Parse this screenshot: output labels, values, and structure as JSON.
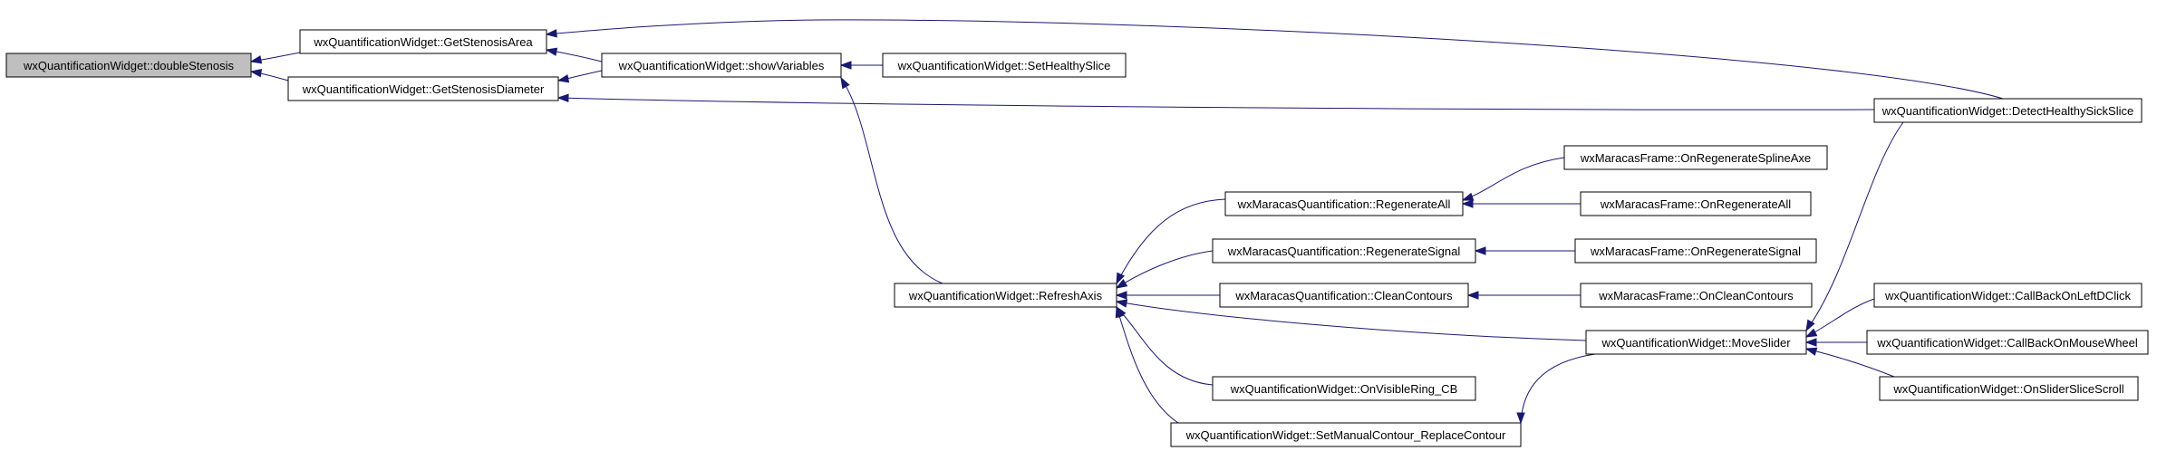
{
  "diagram": {
    "colors": {
      "edge": "#191970",
      "node_fill": "#ffffff",
      "root_fill": "#bfbfbf",
      "border": "#000000",
      "background": "#ffffff"
    },
    "nodes": {
      "doubleStenosis": "wxQuantificationWidget::doubleStenosis",
      "GetStenosisArea": "wxQuantificationWidget::GetStenosisArea",
      "GetStenosisDiameter": "wxQuantificationWidget::GetStenosisDiameter",
      "showVariables": "wxQuantificationWidget::showVariables",
      "SetHealthySlice": "wxQuantificationWidget::SetHealthySlice",
      "DetectHealthySickSlice": "wxQuantificationWidget::DetectHealthySickSlice",
      "RefreshAxis": "wxQuantificationWidget::RefreshAxis",
      "RegenerateAll": "wxMaracasQuantification::RegenerateAll",
      "RegenerateSignal": "wxMaracasQuantification::RegenerateSignal",
      "CleanContours": "wxMaracasQuantification::CleanContours",
      "OnVisibleRing_CB": "wxQuantificationWidget::OnVisibleRing_CB",
      "SetManualContour_ReplaceContour": "wxQuantificationWidget::SetManualContour_ReplaceContour",
      "OnRegenerateSplineAxe": "wxMaracasFrame::OnRegenerateSplineAxe",
      "OnRegenerateAll": "wxMaracasFrame::OnRegenerateAll",
      "OnRegenerateSignal": "wxMaracasFrame::OnRegenerateSignal",
      "OnCleanContours": "wxMaracasFrame::OnCleanContours",
      "MoveSlider": "wxQuantificationWidget::MoveSlider",
      "CallBackOnLeftDClick": "wxQuantificationWidget::CallBackOnLeftDClick",
      "CallBackOnMouseWheel": "wxQuantificationWidget::CallBackOnMouseWheel",
      "OnSliderSliceScroll": "wxQuantificationWidget::OnSliderSliceScroll"
    },
    "edges": [
      {
        "from": "GetStenosisArea",
        "to": "doubleStenosis"
      },
      {
        "from": "GetStenosisDiameter",
        "to": "doubleStenosis"
      },
      {
        "from": "showVariables",
        "to": "GetStenosisArea"
      },
      {
        "from": "DetectHealthySickSlice",
        "to": "GetStenosisArea"
      },
      {
        "from": "showVariables",
        "to": "GetStenosisDiameter"
      },
      {
        "from": "DetectHealthySickSlice",
        "to": "GetStenosisDiameter"
      },
      {
        "from": "SetHealthySlice",
        "to": "showVariables"
      },
      {
        "from": "RefreshAxis",
        "to": "showVariables"
      },
      {
        "from": "RegenerateAll",
        "to": "RefreshAxis"
      },
      {
        "from": "RegenerateSignal",
        "to": "RefreshAxis"
      },
      {
        "from": "CleanContours",
        "to": "RefreshAxis"
      },
      {
        "from": "MoveSlider",
        "to": "RefreshAxis"
      },
      {
        "from": "OnVisibleRing_CB",
        "to": "RefreshAxis"
      },
      {
        "from": "SetManualContour_ReplaceContour",
        "to": "RefreshAxis"
      },
      {
        "from": "OnRegenerateSplineAxe",
        "to": "RegenerateAll"
      },
      {
        "from": "OnRegenerateAll",
        "to": "RegenerateAll"
      },
      {
        "from": "OnRegenerateSignal",
        "to": "RegenerateSignal"
      },
      {
        "from": "OnCleanContours",
        "to": "CleanContours"
      },
      {
        "from": "MoveSlider",
        "to": "SetManualContour_ReplaceContour"
      },
      {
        "from": "DetectHealthySickSlice",
        "to": "MoveSlider"
      },
      {
        "from": "CallBackOnLeftDClick",
        "to": "MoveSlider"
      },
      {
        "from": "CallBackOnMouseWheel",
        "to": "MoveSlider"
      },
      {
        "from": "OnSliderSliceScroll",
        "to": "MoveSlider"
      }
    ]
  }
}
